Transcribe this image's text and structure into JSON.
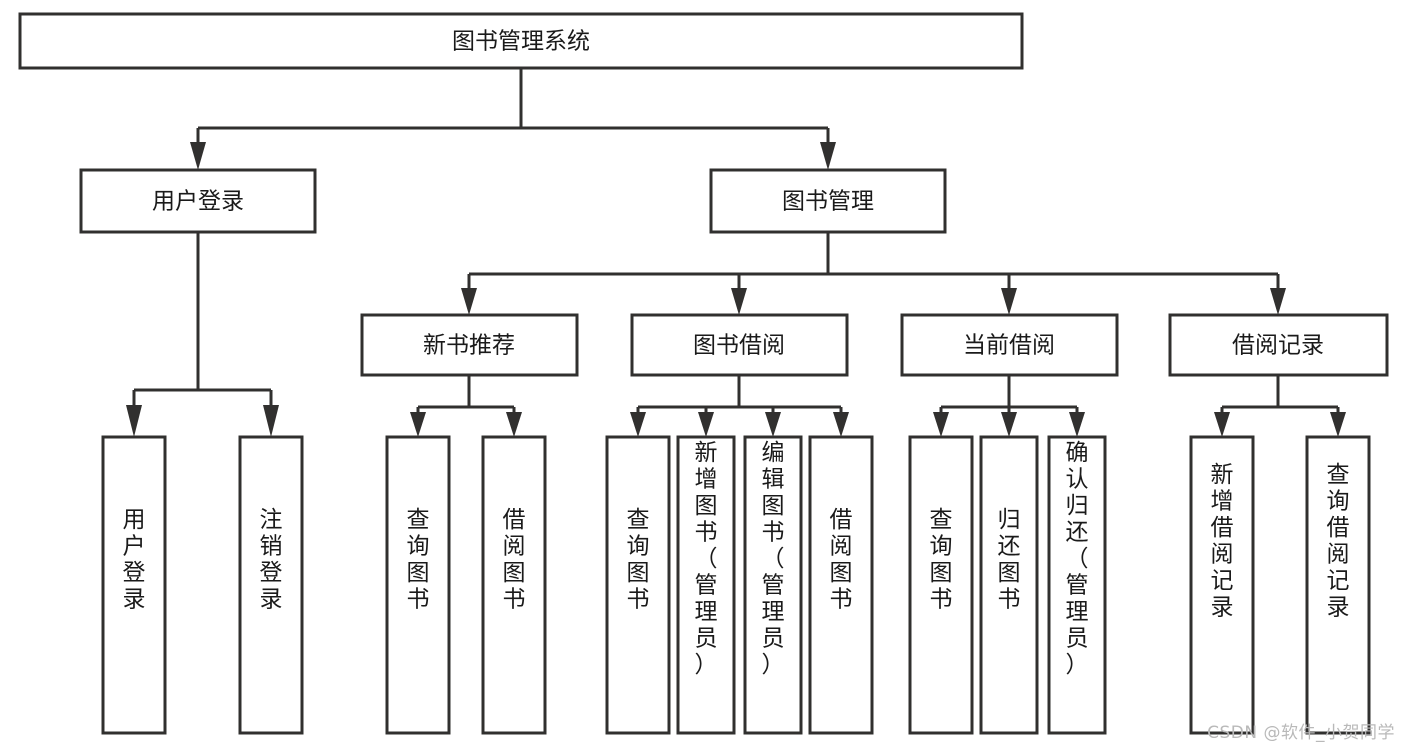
{
  "diagram": {
    "title": "图书管理系统",
    "type": "tree-hierarchy",
    "root": {
      "id": "root",
      "label": "图书管理系统",
      "orientation": "horizontal"
    },
    "level2": [
      {
        "id": "user-login",
        "label": "用户登录",
        "orientation": "horizontal"
      },
      {
        "id": "book-manage",
        "label": "图书管理",
        "orientation": "horizontal"
      }
    ],
    "level3": [
      {
        "id": "new-book-rec",
        "label": "新书推荐",
        "orientation": "horizontal",
        "parent": "book-manage"
      },
      {
        "id": "book-borrow",
        "label": "图书借阅",
        "orientation": "horizontal",
        "parent": "book-manage"
      },
      {
        "id": "current-borrow",
        "label": "当前借阅",
        "orientation": "horizontal",
        "parent": "book-manage"
      },
      {
        "id": "borrow-record",
        "label": "借阅记录",
        "orientation": "horizontal",
        "parent": "book-manage"
      }
    ],
    "leaves": [
      {
        "id": "leaf-user-login",
        "label": "用户登录",
        "orientation": "vertical",
        "parent": "user-login"
      },
      {
        "id": "leaf-user-logout",
        "label": "注销登录",
        "orientation": "vertical",
        "parent": "user-login"
      },
      {
        "id": "leaf-query-book-1",
        "label": "查询图书",
        "orientation": "vertical",
        "parent": "new-book-rec"
      },
      {
        "id": "leaf-borrow-book-1",
        "label": "借阅图书",
        "orientation": "vertical",
        "parent": "new-book-rec"
      },
      {
        "id": "leaf-query-book-2",
        "label": "查询图书",
        "orientation": "vertical",
        "parent": "book-borrow"
      },
      {
        "id": "leaf-add-book",
        "label": "新增图书（管理员）",
        "orientation": "vertical",
        "parent": "book-borrow"
      },
      {
        "id": "leaf-edit-book",
        "label": "编辑图书（管理员）",
        "orientation": "vertical",
        "parent": "book-borrow"
      },
      {
        "id": "leaf-borrow-book-2",
        "label": "借阅图书",
        "orientation": "vertical",
        "parent": "book-borrow"
      },
      {
        "id": "leaf-query-book-3",
        "label": "查询图书",
        "orientation": "vertical",
        "parent": "current-borrow"
      },
      {
        "id": "leaf-return-book",
        "label": "归还图书",
        "orientation": "vertical",
        "parent": "current-borrow"
      },
      {
        "id": "leaf-confirm-return",
        "label": "确认归还（管理员）",
        "orientation": "vertical",
        "parent": "current-borrow"
      },
      {
        "id": "leaf-add-record",
        "label": "新增借阅记录",
        "orientation": "vertical",
        "parent": "borrow-record"
      },
      {
        "id": "leaf-query-record",
        "label": "查询借阅记录",
        "orientation": "vertical",
        "parent": "borrow-record"
      }
    ],
    "colors": {
      "stroke": "#31302f",
      "fill": "#ffffff",
      "text": "#1a1a1a",
      "watermark": "#b9b9b9"
    }
  },
  "watermark": {
    "text": "CSDN @软件_小贺同学"
  }
}
